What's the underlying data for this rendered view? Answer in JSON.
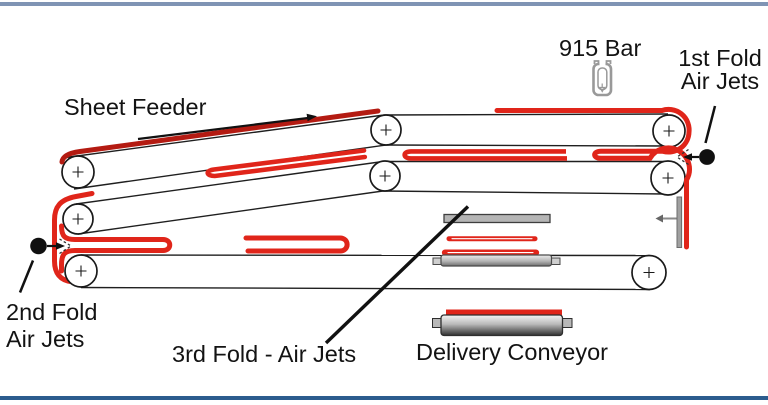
{
  "diagram": {
    "title_labels": {
      "sheet_feeder": "Sheet Feeder",
      "bar_915": "915 Bar",
      "first_fold_line1": "1st Fold",
      "first_fold_line2": "Air Jets",
      "second_fold_line1": "2nd Fold",
      "second_fold_line2": "Air Jets",
      "third_fold": "3rd Fold - Air Jets",
      "delivery_conveyor": "Delivery Conveyor"
    },
    "colors": {
      "sheet_red": "#e0251a",
      "feeder_sheet_dark_red": "#b41b12",
      "machine_outline": "#1f1f1f",
      "hardware_gray": "#a0a0a0",
      "top_border_blue": "#7f94b4",
      "bottom_border_blue": "#2c5c8e"
    }
  }
}
